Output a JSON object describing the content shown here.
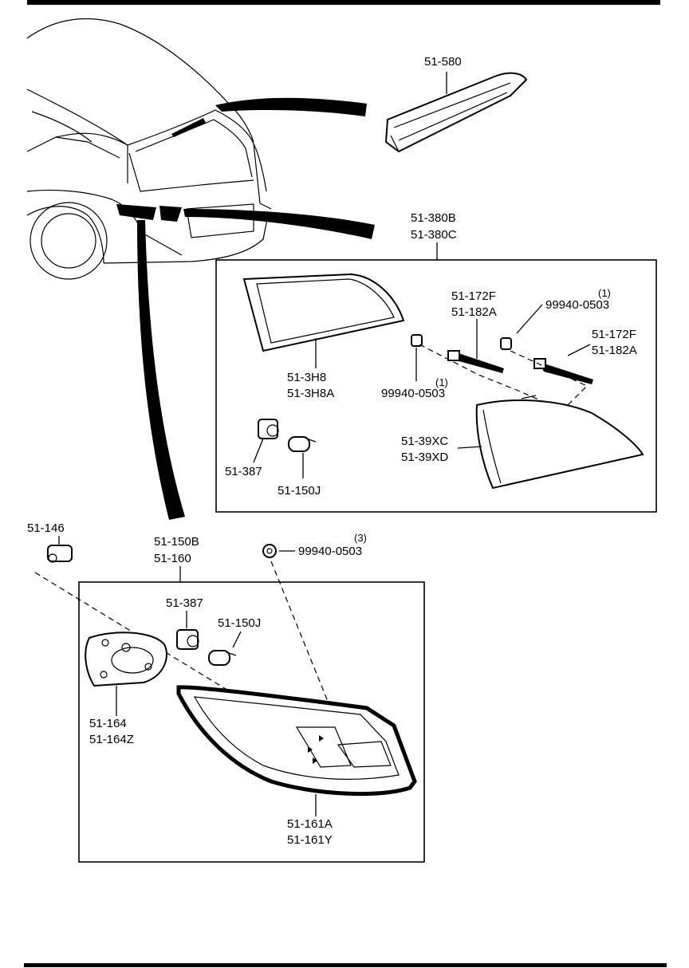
{
  "labels": {
    "high_mount_stop": "51-580",
    "inner_lamp_assy_1": "51-380B",
    "inner_lamp_assy_2": "51-380C",
    "inner_gasket_1": "51-3H8",
    "inner_gasket_2": "51-3H8A",
    "inner_bracket_a_1": "51-172F",
    "inner_bracket_a_2": "51-182A",
    "inner_nut_a": "99940-0503",
    "inner_nut_a_qty": "(1)",
    "inner_bracket_b_1": "51-172F",
    "inner_bracket_b_2": "51-182A",
    "inner_nut_b": "99940-0503",
    "inner_nut_b_qty": "(1)",
    "inner_socket": "51-387",
    "inner_bulb": "51-150J",
    "inner_lens_1": "51-39XC",
    "inner_lens_2": "51-39XD",
    "outer_socket_top": "51-146",
    "outer_lamp_assy_1": "51-150B",
    "outer_lamp_assy_2": "51-160",
    "outer_nut": "99940-0503",
    "outer_nut_qty": "(3)",
    "outer_socket": "51-387",
    "outer_bulb": "51-150J",
    "outer_gasket_1": "51-164",
    "outer_gasket_2": "51-164Z",
    "outer_lens_1": "51-161A",
    "outer_lens_2": "51-161Y"
  }
}
